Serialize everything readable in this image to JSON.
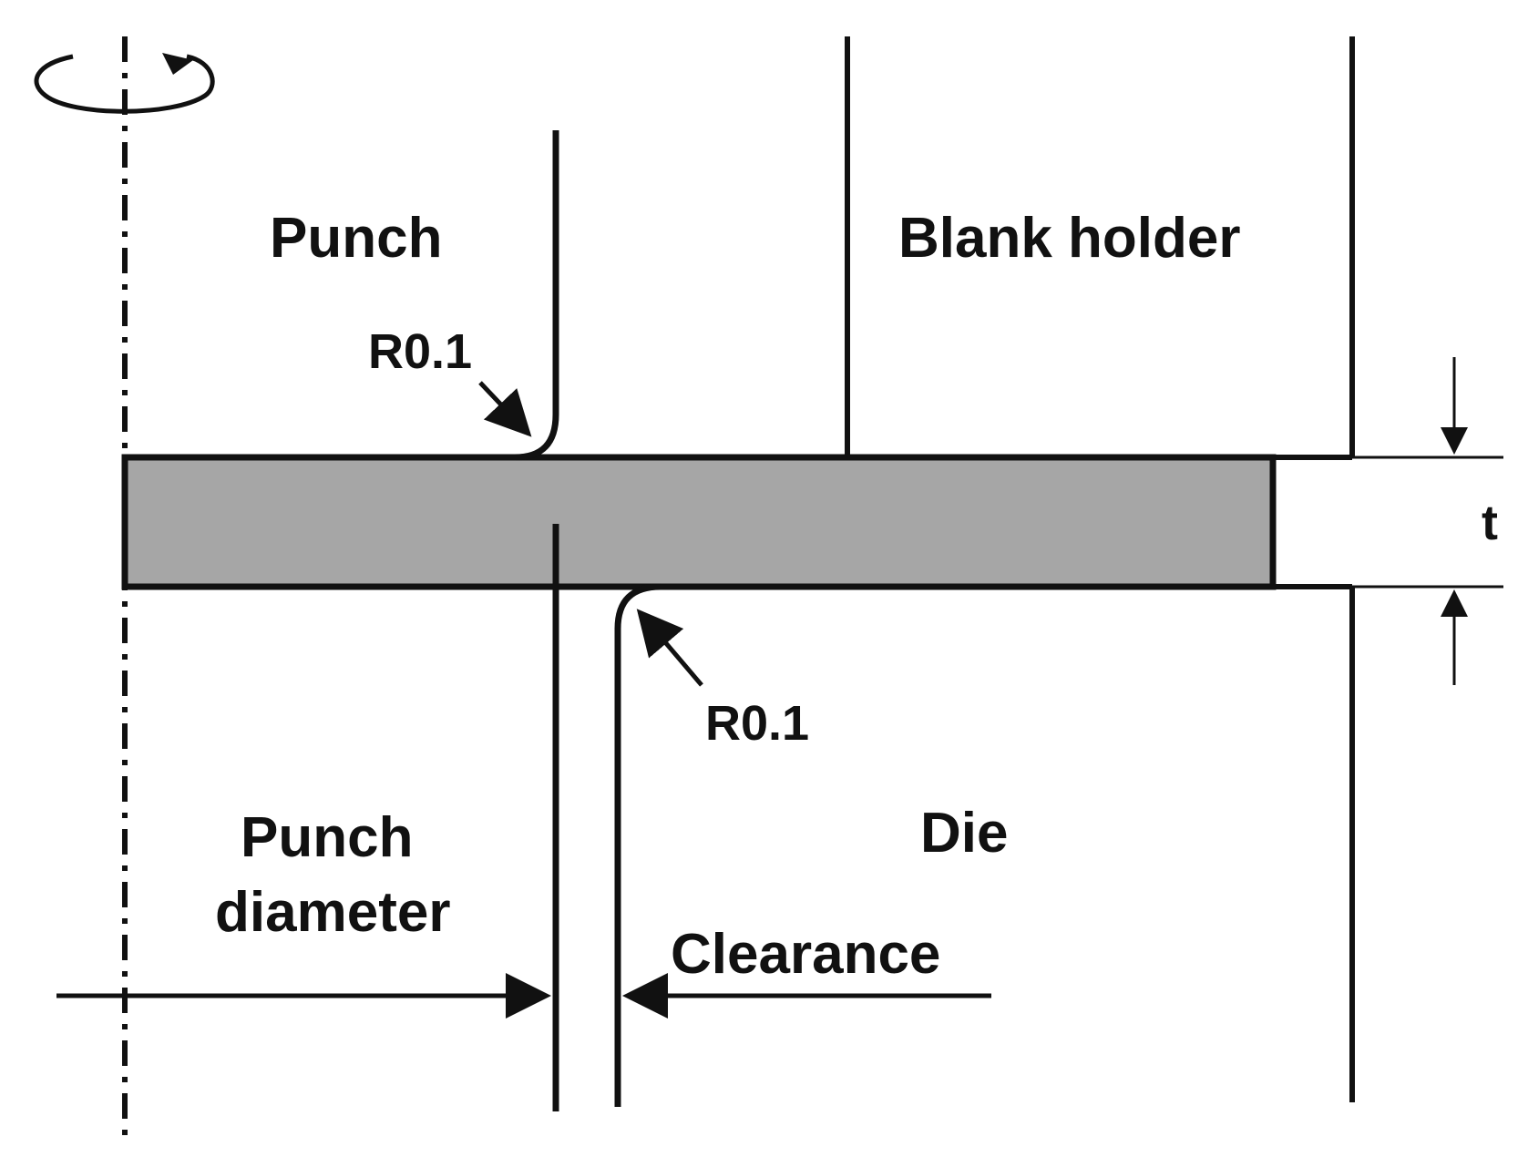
{
  "diagram": {
    "labels": {
      "punch": "Punch",
      "blank_holder": "Blank holder",
      "die": "Die",
      "punch_diameter_line1": "Punch",
      "punch_diameter_line2": "diameter",
      "clearance": "Clearance",
      "punch_radius": "R0.1",
      "die_radius": "R0.1",
      "thickness": "t"
    },
    "colors": {
      "sheet_fill": "#a6a6a6",
      "stroke": "#111111",
      "background": "#ffffff"
    },
    "icons": {
      "rotation": "rotation-arrow-icon"
    }
  }
}
